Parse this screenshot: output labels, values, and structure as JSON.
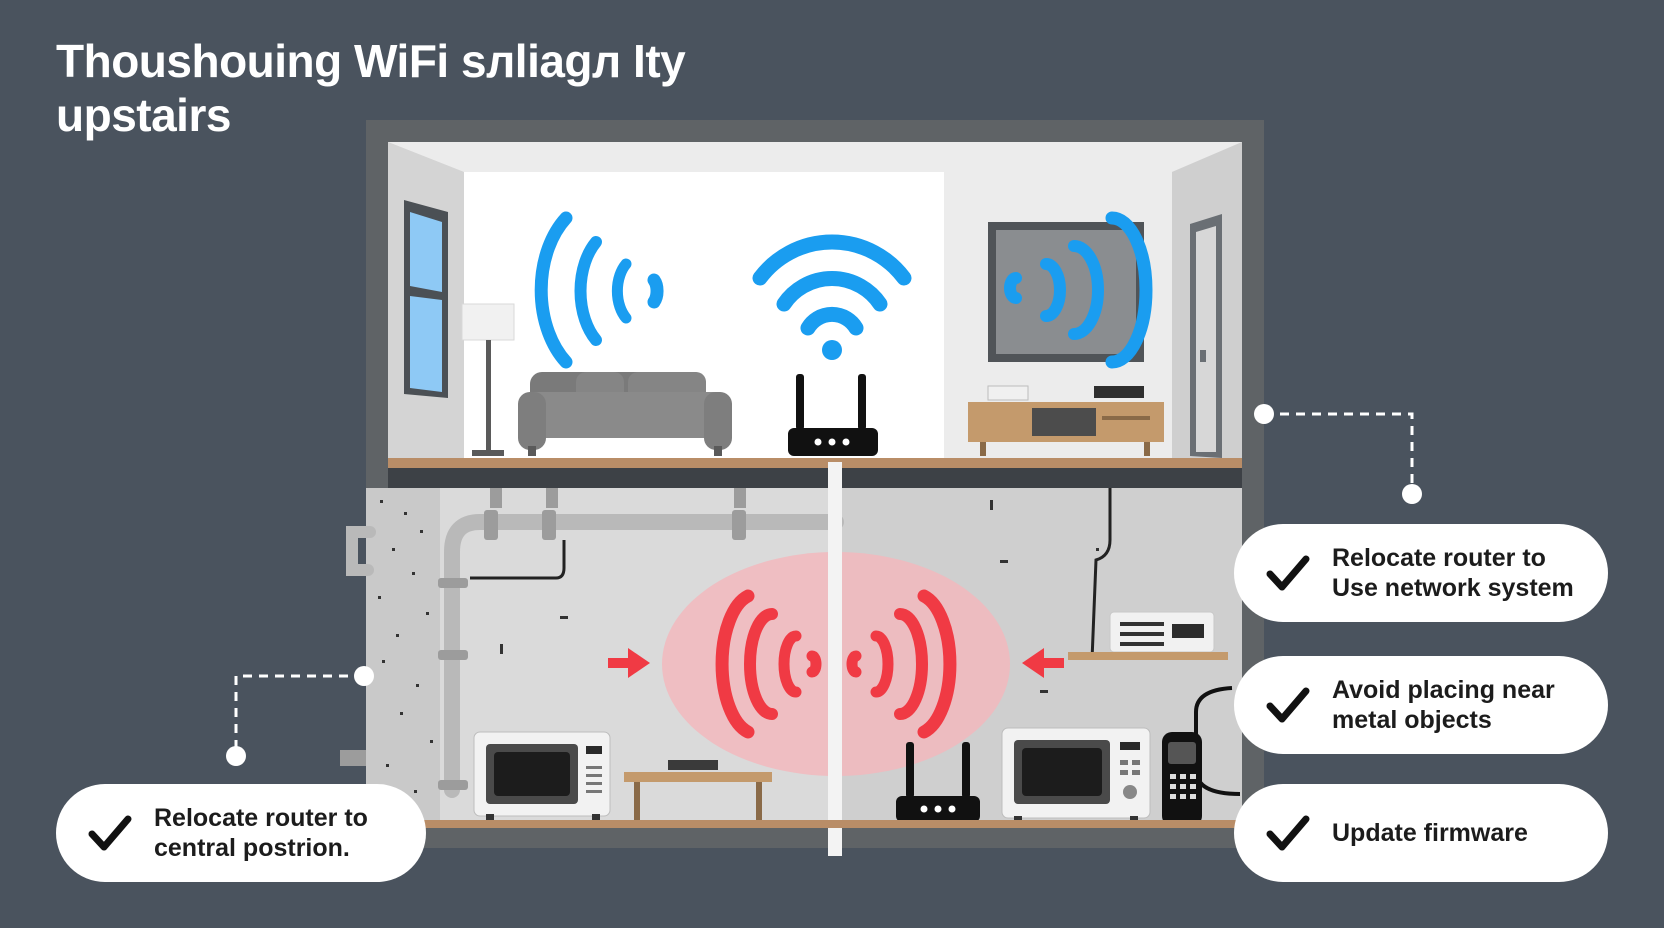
{
  "header": {
    "title_line1": "Thoushouing WiFi  sлliagл Ity",
    "title_line2": "upstairs"
  },
  "tips": [
    {
      "text": "Relocate router to\ncentral postrion."
    },
    {
      "text": "Relocate router to\nUse network system"
    },
    {
      "text": "Avoid placing near\nmetal objects"
    },
    {
      "text": "Update firmware"
    }
  ],
  "colors": {
    "background": "#4a535e",
    "good_signal": "#1a9df0",
    "bad_signal": "#f03a44",
    "interference_zone": "#f2b9bd",
    "floor": "#b98d67"
  },
  "icons": {
    "check": "check-icon",
    "router": "router-icon",
    "wifi": "wifi-icon"
  }
}
